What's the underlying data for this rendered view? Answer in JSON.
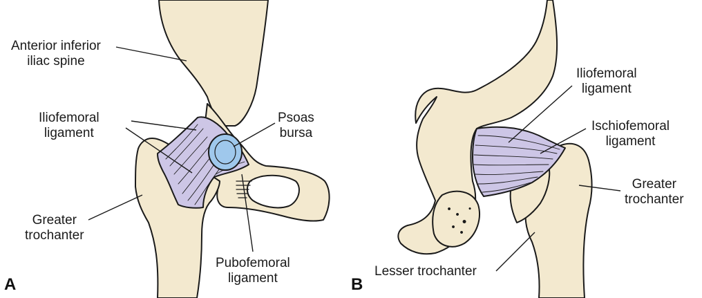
{
  "panels": [
    {
      "letter": "A",
      "labels": {
        "aiis_1": "Anterior inferior",
        "aiis_2": "iliac spine",
        "ilio_1": "Iliofemoral",
        "ilio_2": "ligament",
        "psoas_1": "Psoas",
        "psoas_2": "bursa",
        "gt_1": "Greater",
        "gt_2": "trochanter",
        "pubo_1": "Pubofemoral",
        "pubo_2": "ligament"
      }
    },
    {
      "letter": "B",
      "labels": {
        "ilio_1": "Iliofemoral",
        "ilio_2": "ligament",
        "ischio_1": "Ischiofemoral",
        "ischio_2": "ligament",
        "gt_1": "Greater",
        "gt_2": "trochanter",
        "lt": "Lesser trochanter"
      }
    }
  ],
  "colors": {
    "bone": "#f3e9cf",
    "ligament": "#cdc6e6",
    "bursa": "#9fc8ec",
    "outline": "#1a1a1a"
  }
}
